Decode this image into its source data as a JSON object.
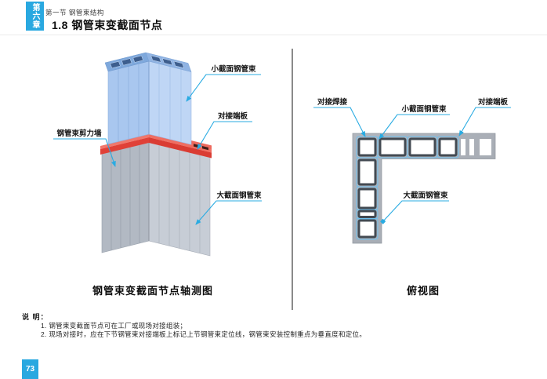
{
  "colors": {
    "accent_blue": "#29a8e0",
    "leader_cyan": "#29abe2",
    "end_plate_red": "#e0413a",
    "small_bundle_blue": "#a9c7ef",
    "large_bundle_gray": "#b2b9c3",
    "plan_plate_gray": "#a9aeb6"
  },
  "header": {
    "chapter_tab": "第六章",
    "section": "第一节 钢管束结构",
    "title": "1.8 钢管束变截面节点"
  },
  "figure_axon": {
    "caption": "钢管束变截面节点轴测图",
    "labels": {
      "small_bundle": "小截面钢管束",
      "end_plate": "对接端板",
      "shear_wall": "钢管束剪力墙",
      "large_bundle": "大截面钢管束"
    }
  },
  "figure_plan": {
    "caption": "俯视图",
    "labels": {
      "butt_weld": "对接焊接",
      "small_bundle": "小截面钢管束",
      "end_plate": "对接端板",
      "large_bundle": "大截面钢管束"
    }
  },
  "notes": {
    "heading": "说 明：",
    "items": [
      "1. 钢管束变截面节点可在工厂或现场对接组装；",
      "2. 现场对接时，应在下节钢管束对接端板上标记上节钢管束定位线，钢管束安装控制重点为垂直度和定位。"
    ]
  },
  "footer": {
    "page_number": "73"
  }
}
